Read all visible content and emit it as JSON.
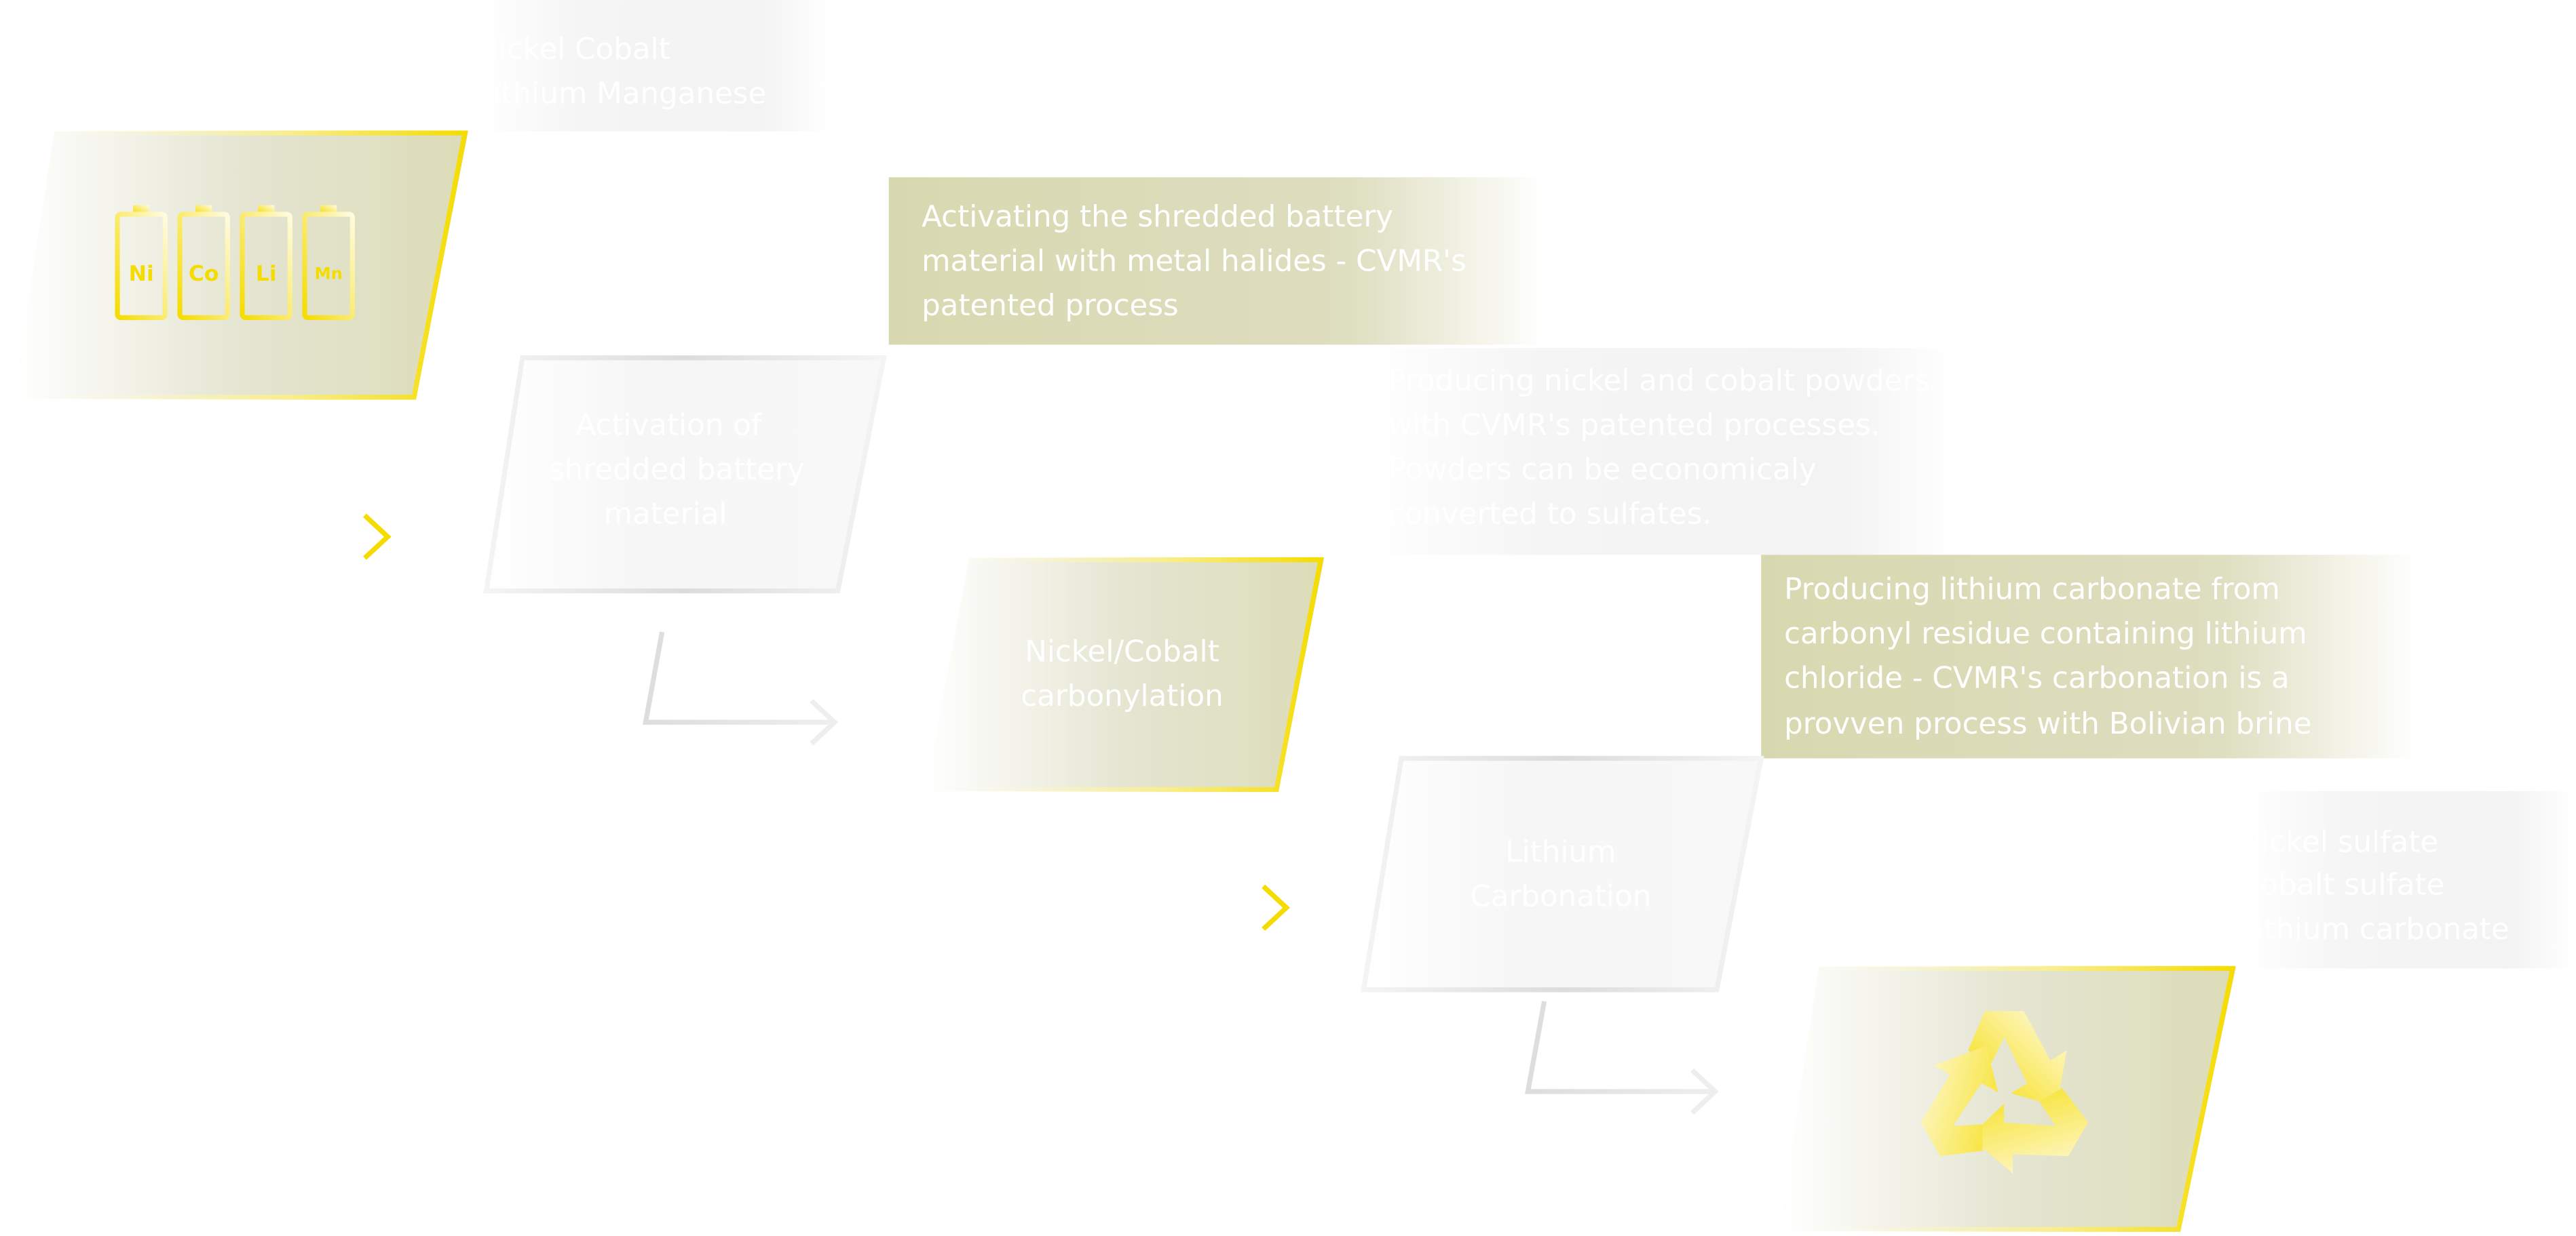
{
  "colors": {
    "accent_yellow": "#f5dc00",
    "olive_fill": "#dcdcb8",
    "grey_fill": "#f3f3f3",
    "grey_border": "#dddddd",
    "text": "#ffffff"
  },
  "input_materials": {
    "lines": [
      "Nickel Cobalt",
      "Lithium Manganese"
    ],
    "batteries": [
      "Ni",
      "Co",
      "Li",
      "Mn"
    ],
    "icon": "battery-icon"
  },
  "steps": [
    {
      "label_lines": [
        "Activation of",
        "shredded battery",
        "material"
      ],
      "description_lines": [
        "Activating the shredded battery",
        "material with metal halides - CVMR's",
        "patented process"
      ]
    },
    {
      "label_lines": [
        "Nickel/Cobalt",
        "carbonylation"
      ],
      "description_lines": [
        "Producing nickel and cobalt powders",
        "with CVMR's patented processes.",
        "Powders can be economicaly",
        "converted to sulfates."
      ]
    },
    {
      "label_lines": [
        "Lithium",
        "Carbonation"
      ],
      "description_lines": [
        "Producing lithium carbonate from",
        "carbonyl residue containing lithium",
        "chloride - CVMR's carbonation is a",
        "provven process with Bolivian brine"
      ]
    }
  ],
  "outputs": {
    "lines": [
      "Nickel sulfate",
      "Cobalt sulfate",
      "Lithium carbonate"
    ],
    "icon": "recycle-icon"
  }
}
